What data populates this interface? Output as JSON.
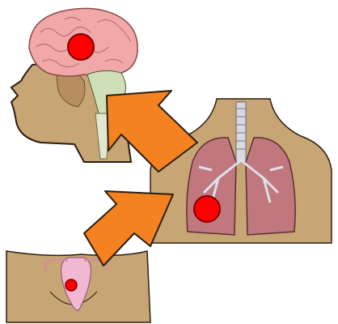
{
  "diagram": {
    "panels": [
      {
        "id": "head",
        "organ": "brain",
        "marker": "red-dot-large"
      },
      {
        "id": "torso",
        "organ": "lungs",
        "marker": "red-dot-large"
      },
      {
        "id": "pelvis",
        "organ": "uterus",
        "marker": "red-dot-small"
      }
    ],
    "arrows": [
      {
        "from": "pelvis",
        "to": "torso"
      },
      {
        "from": "torso",
        "to": "head"
      }
    ],
    "colors": {
      "skin": "#c8a574",
      "skin_outline": "#2b1e12",
      "brain": "#f0a8a8",
      "lung": "#c0787e",
      "spine": "#cfe0b8",
      "uterus": "#f2b8d2",
      "marker": "#ff0000",
      "arrow": "#f58220",
      "background": "#ffffff"
    }
  }
}
